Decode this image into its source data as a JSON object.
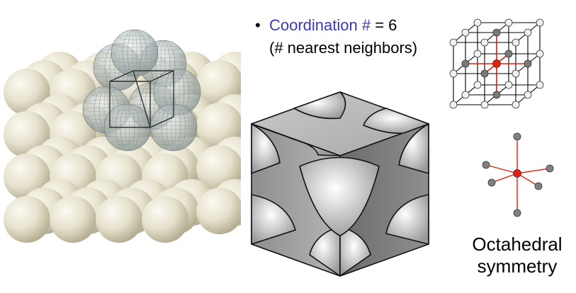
{
  "bullet": {
    "symbol": "•",
    "term": "Coordination #",
    "rest": " = 6",
    "subtext": "(# nearest neighbors)"
  },
  "caption": {
    "line1": "Octahedral",
    "line2": "symmetry"
  },
  "colors": {
    "accent": "#3a3ab8",
    "sphere": "#ece8d6",
    "sphere_shadow": "#b8b299",
    "glass": "#9aa5a5",
    "center_atom": "#e32010",
    "neighbor_atom": "#7a7a7a",
    "corner_atom": "#f0f0f0",
    "bond": "#e32010"
  },
  "figures": {
    "stacked_spheres": "simple-cubic-sphere-stack",
    "unit_cell_cube": "cut-unit-cell-cube",
    "lattice": "cubic-lattice-icon",
    "octahedron": "octahedral-coordination-icon"
  }
}
